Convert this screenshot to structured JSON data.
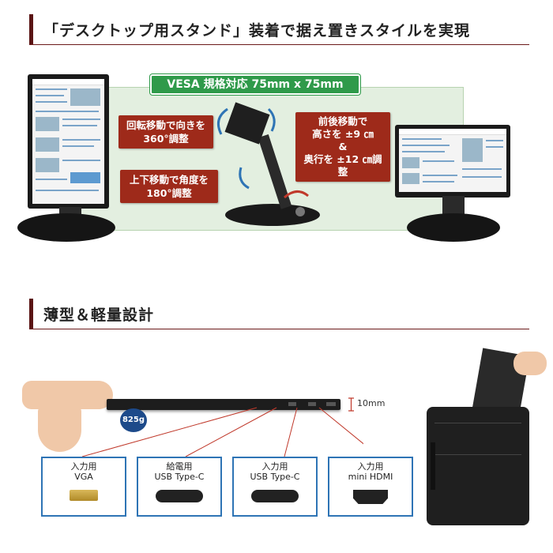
{
  "section1": {
    "title": "「デスクトップ用スタンド」装着で据え置きスタイルを実現"
  },
  "section2": {
    "title": "薄型＆軽量設計"
  },
  "stand": {
    "vesa": "VESA 規格対応 75mm x 75mm",
    "rotate": [
      "回転移動で向きを",
      "360°調整"
    ],
    "tilt": [
      "上下移動で角度を",
      "180°調整"
    ],
    "shift": [
      "前後移動で",
      "高さを ±9 ㎝",
      "&",
      "奥行を ±12 ㎝調整"
    ]
  },
  "thin": {
    "weight": "825g",
    "thickness": "10mm",
    "ports": [
      {
        "l1": "入力用",
        "l2": "VGA",
        "icon": "vga-port-icon"
      },
      {
        "l1": "給電用",
        "l2": "USB Type-C",
        "icon": "usb-c-port-icon"
      },
      {
        "l1": "入力用",
        "l2": "USB Type-C",
        "icon": "usb-c-port-icon"
      },
      {
        "l1": "入力用",
        "l2": "mini HDMI",
        "icon": "mini-hdmi-port-icon"
      }
    ]
  },
  "colors": {
    "accent": "#5a1414",
    "label_red": "#9e2a1a",
    "vesa_green": "#2f9a4a",
    "port_border": "#2e74b5"
  }
}
